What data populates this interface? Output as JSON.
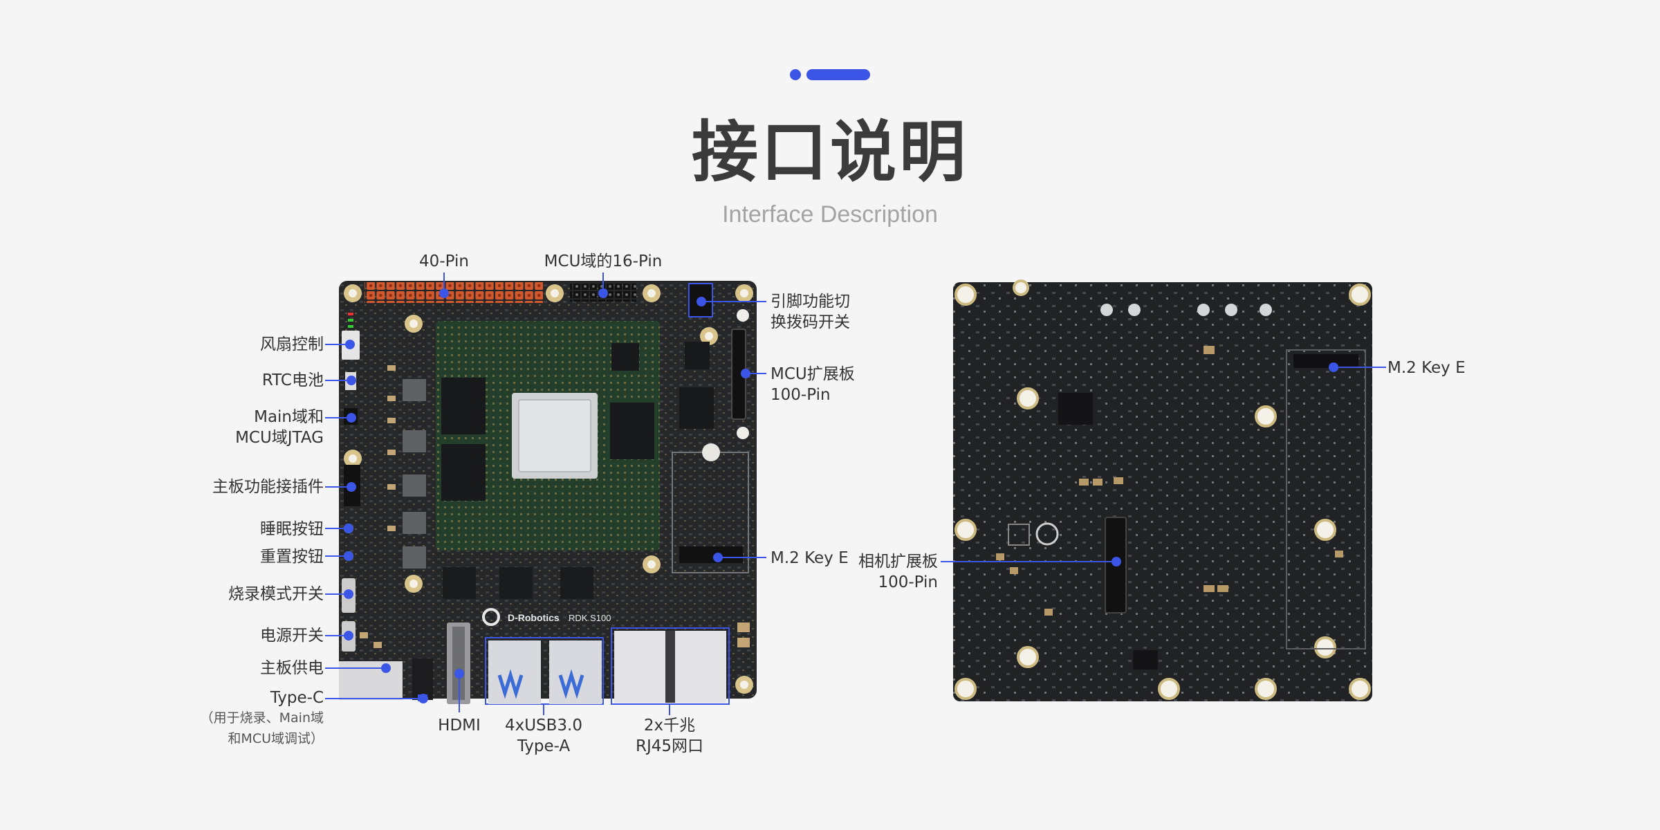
{
  "header": {
    "title": "接口说明",
    "subtitle": "Interface Description"
  },
  "colors": {
    "accent": "#3b55e6",
    "board": "#262729",
    "module": "#233f2c"
  },
  "front_board": {
    "brand_text": "D-Robotics",
    "model_text": "RDK S100"
  },
  "labels": {
    "top": {
      "pin40": "40-Pin",
      "mcu16": "MCU域的16-Pin"
    },
    "left": {
      "fan": "风扇控制",
      "rtc": "RTC电池",
      "jtag_line1": "Main域和",
      "jtag_line2": "MCU域JTAG",
      "func_conn": "主板功能接插件",
      "sleep": "睡眠按钮",
      "reset": "重置按钮",
      "flash_mode": "烧录模式开关",
      "power_switch": "电源开关",
      "power_in": "主板供电",
      "typec": "Type-C",
      "typec_note1": "（用于烧录、Main域",
      "typec_note2": "和MCU域调试）"
    },
    "bottom": {
      "hdmi": "HDMI",
      "usb_line1": "4xUSB3.0",
      "usb_line2": "Type-A",
      "eth_line1": "2x千兆",
      "eth_line2": "RJ45网口"
    },
    "right": {
      "dip_line1": "引脚功能切",
      "dip_line2": "换拨码开关",
      "mcu_ext_line1": "MCU扩展板",
      "mcu_ext_line2": "100-Pin",
      "m2e": "M.2 Key E"
    },
    "back": {
      "m2e": "M.2 Key E",
      "cam_line1": "相机扩展板",
      "cam_line2": "100-Pin"
    }
  }
}
